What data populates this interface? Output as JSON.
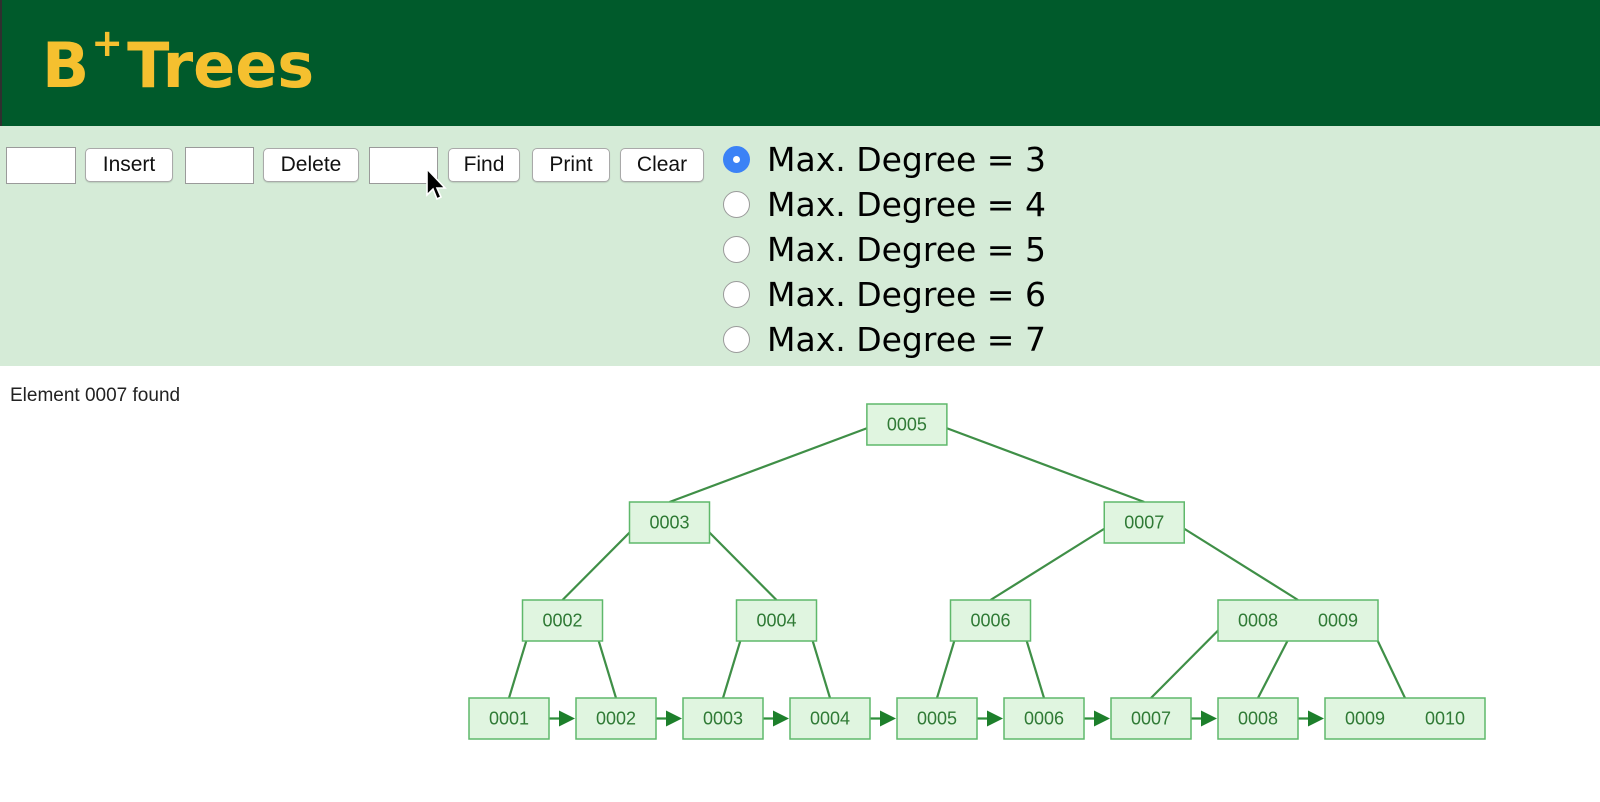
{
  "header": {
    "title_main": "B",
    "title_sup": "+",
    "title_rest": "Trees"
  },
  "controls": {
    "insert_label": "Insert",
    "delete_label": "Delete",
    "find_label": "Find",
    "print_label": "Print",
    "clear_label": "Clear",
    "insert_value": "",
    "delete_value": "",
    "find_value": ""
  },
  "degree_options": [
    {
      "label": "Max. Degree = 3",
      "checked": true
    },
    {
      "label": "Max. Degree = 4",
      "checked": false
    },
    {
      "label": "Max. Degree = 5",
      "checked": false
    },
    {
      "label": "Max. Degree = 6",
      "checked": false
    },
    {
      "label": "Max. Degree = 7",
      "checked": false
    }
  ],
  "status": {
    "message": "Element 0007 found"
  },
  "tree": {
    "levels": [
      [
        [
          "0005"
        ]
      ],
      [
        [
          "0003"
        ],
        [
          "0007"
        ]
      ],
      [
        [
          "0002"
        ],
        [
          "0004"
        ],
        [
          "0006"
        ],
        [
          "0008",
          "0009"
        ]
      ],
      [
        [
          "0001"
        ],
        [
          "0002"
        ],
        [
          "0003"
        ],
        [
          "0004"
        ],
        [
          "0005"
        ],
        [
          "0006"
        ],
        [
          "0007"
        ],
        [
          "0008"
        ],
        [
          "0009",
          "0010"
        ]
      ]
    ]
  },
  "colors": {
    "header_bg": "#005a2b",
    "title": "#f5c02f",
    "panel_bg": "#d5ebd7",
    "node_fill": "#e0f5e0",
    "node_stroke": "#5fb86b",
    "node_text": "#2f7a35",
    "edge": "#3f8f47"
  }
}
